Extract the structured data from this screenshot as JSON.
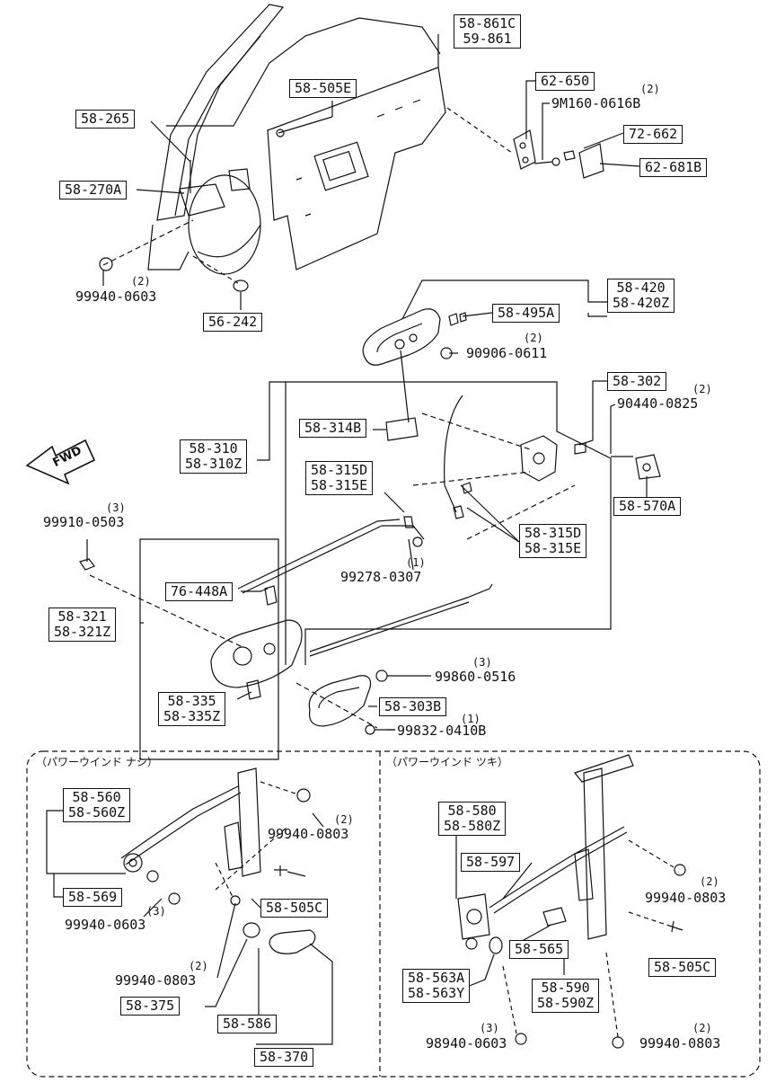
{
  "sections": {
    "left_title": "（パワーウインド ナシ）",
    "right_title": "（パワーウインド ツキ）"
  },
  "fwd_label": "FWD",
  "labels": {
    "l_58_861c": [
      "58-861C",
      "59-861"
    ],
    "l_62_650": [
      "62-650"
    ],
    "l_9m160": [
      "9M160-0616B"
    ],
    "l_72_662": [
      "72-662"
    ],
    "l_62_681b": [
      "62-681B"
    ],
    "l_58_505e": [
      "58-505E"
    ],
    "l_58_265": [
      "58-265"
    ],
    "l_58_270a": [
      "58-270A"
    ],
    "l_99940_0603_top": [
      "99940-0603"
    ],
    "l_56_242": [
      "56-242"
    ],
    "l_58_420": [
      "58-420",
      "58-420Z"
    ],
    "l_58_495a": [
      "58-495A"
    ],
    "l_90906": [
      "90906-0611"
    ],
    "l_58_302": [
      "58-302"
    ],
    "l_90440": [
      "90440-0825"
    ],
    "l_58_570a": [
      "58-570A"
    ],
    "l_58_314b": [
      "58-314B"
    ],
    "l_58_310": [
      "58-310",
      "58-310Z"
    ],
    "l_58_315d_l": [
      "58-315D",
      "58-315E"
    ],
    "l_58_315d_r": [
      "58-315D",
      "58-315E"
    ],
    "l_99278": [
      "99278-0307"
    ],
    "l_99910": [
      "99910-0503"
    ],
    "l_76_448a": [
      "76-448A"
    ],
    "l_58_321": [
      "58-321",
      "58-321Z"
    ],
    "l_99860": [
      "99860-0516"
    ],
    "l_58_335": [
      "58-335",
      "58-335Z"
    ],
    "l_58_303b": [
      "58-303B"
    ],
    "l_99832": [
      "99832-0410B"
    ],
    "l_58_560": [
      "58-560",
      "58-560Z"
    ],
    "l_99940_0803_a": [
      "99940-0803"
    ],
    "l_58_569": [
      "58-569"
    ],
    "l_99940_0603_b": [
      "99940-0603"
    ],
    "l_58_505c_l": [
      "58-505C"
    ],
    "l_99940_0803_b": [
      "99940-0803"
    ],
    "l_58_375": [
      "58-375"
    ],
    "l_58_586": [
      "58-586"
    ],
    "l_58_370": [
      "58-370"
    ],
    "l_58_580": [
      "58-580",
      "58-580Z"
    ],
    "l_58_597": [
      "58-597"
    ],
    "l_99940_0803_c": [
      "99940-0803"
    ],
    "l_58_565": [
      "58-565"
    ],
    "l_58_505c_r": [
      "58-505C"
    ],
    "l_58_563a": [
      "58-563A",
      "58-563Y"
    ],
    "l_58_590": [
      "58-590",
      "58-590Z"
    ],
    "l_98940": [
      "98940-0603"
    ],
    "l_99940_0803_d": [
      "99940-0803"
    ]
  },
  "quantities": {
    "q_9m160": "(2)",
    "q_99940_top": "(2)",
    "q_90906": "(2)",
    "q_90440": "(2)",
    "q_99910": "(3)",
    "q_99278": "(1)",
    "q_99860": "(3)",
    "q_99832": "(1)",
    "q_0803_a": "(2)",
    "q_0603_b": "(3)",
    "q_0803_b": "(2)",
    "q_0803_c": "(2)",
    "q_98940": "(3)",
    "q_0803_d": "(2)"
  }
}
